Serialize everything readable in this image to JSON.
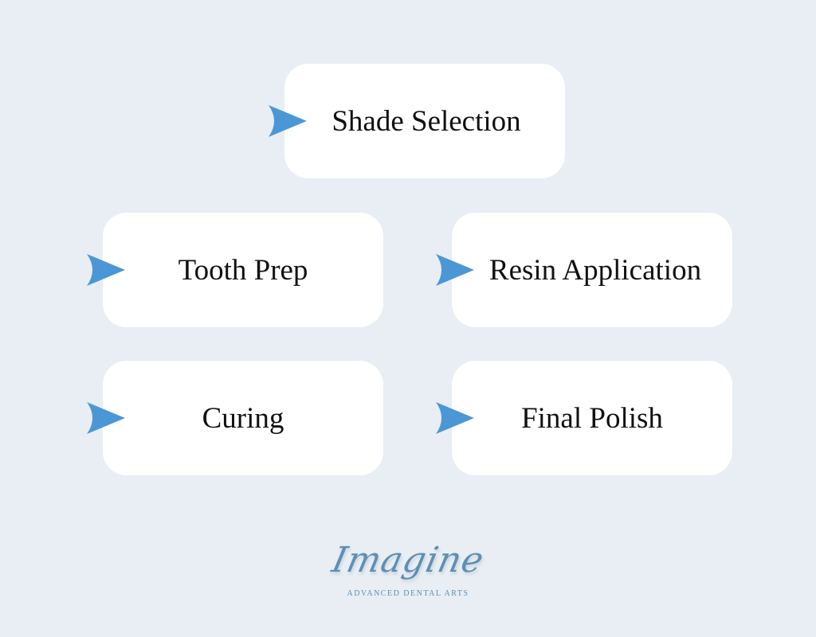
{
  "steps": [
    {
      "id": "shade",
      "label": "Shade Selection"
    },
    {
      "id": "tooth",
      "label": "Tooth Prep"
    },
    {
      "id": "resin",
      "label": "Resin Application"
    },
    {
      "id": "curing",
      "label": "Curing"
    },
    {
      "id": "polish",
      "label": "Final Polish"
    }
  ],
  "logo": {
    "script": "Imagine",
    "tagline": "ADVANCED DENTAL ARTS"
  },
  "colors": {
    "background": "#e8eef3",
    "card": "#ffffff",
    "arrow": "#4b97d6",
    "logo": "#5e8fb5"
  },
  "icons": {
    "step_marker": "arrow-pointer-icon"
  }
}
